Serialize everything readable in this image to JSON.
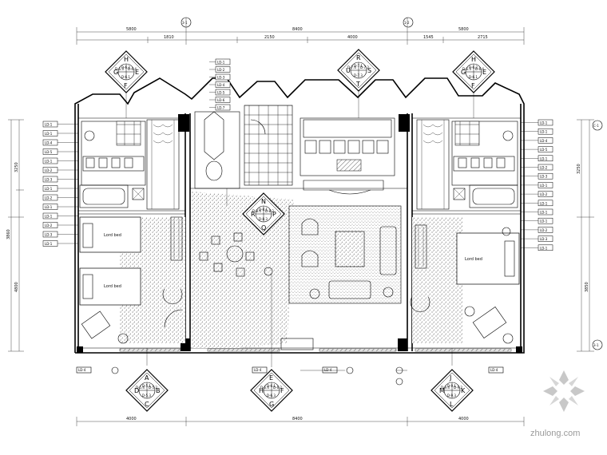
{
  "dimensions": {
    "top_total": [
      "5800",
      "8400",
      "5800"
    ],
    "top_sub": [
      "1810",
      "2150",
      "4000",
      "1545",
      "2715"
    ],
    "bottom": [
      "4000",
      "8400",
      "4000"
    ],
    "left_vertical": [
      "3250",
      "3860",
      "4800"
    ],
    "right_vertical": [
      "3250",
      "3850"
    ]
  },
  "axis_bubbles_top": [
    "3-1",
    "1-2"
  ],
  "axis_bubbles_right": [
    "C-1",
    "3-1"
  ],
  "elevation_markers": [
    {
      "name": "top-left",
      "letters": [
        "H",
        "G",
        "E",
        "F"
      ],
      "tags": [
        "D-6.2",
        "D-6.3",
        "D-6.4",
        "D-6.1"
      ]
    },
    {
      "name": "top-center",
      "letters": [
        "R",
        "U",
        "S",
        "T"
      ],
      "tags": [
        "D-7.1",
        "D-7.4",
        "D-7.2",
        "D-7.3"
      ]
    },
    {
      "name": "top-right",
      "letters": [
        "H",
        "G",
        "E",
        "F"
      ],
      "tags": [
        "D-6.2",
        "D-6.3",
        "D-6.4",
        "D-6.1"
      ]
    },
    {
      "name": "center",
      "letters": [
        "N",
        "R",
        "P",
        "Q"
      ],
      "tags": [
        "D-8.1",
        "D-8.4",
        "D-8.2",
        "D-8.3"
      ]
    },
    {
      "name": "bottom-left",
      "letters": [
        "A",
        "D",
        "B",
        "C"
      ],
      "tags": [
        "D-5.1",
        "D-5.4",
        "D-5.2",
        "D-5.3"
      ]
    },
    {
      "name": "bottom-center",
      "letters": [
        "E",
        "H",
        "F",
        "G"
      ],
      "tags": [
        "D-6.1",
        "D-6.4",
        "D-6.2",
        "D-6.3"
      ]
    },
    {
      "name": "bottom-right",
      "letters": [
        "J",
        "M",
        "K",
        "L"
      ],
      "tags": [
        "D-9.1",
        "D-9.4",
        "D-9.2",
        "D-9.3"
      ]
    }
  ],
  "left_tags": [
    "LD-1",
    "LD-1",
    "LD-4",
    "LD-5",
    "LD-1",
    "LD-2",
    "LD-3",
    "LD-1",
    "LD-2",
    "LD-1",
    "LD-1",
    "LD-2",
    "LD-3",
    "LD-1"
  ],
  "right_tags": [
    "LD-1",
    "LD-1",
    "LD-4",
    "LD-5",
    "LD-1",
    "LD-2",
    "LD-3",
    "LD-1",
    "LD-2",
    "LD-1",
    "LD-1",
    "LD-1",
    "LD-2",
    "LD-3",
    "LD-1"
  ],
  "center_tags": [
    "LD-1",
    "LD-2",
    "LD-3",
    "LD-4",
    "LD-5",
    "LD-6",
    "LD-7"
  ],
  "bed_labels": [
    "Lord bed",
    "Lord bed",
    "Lord bed"
  ],
  "bottom_tags": [
    "LD-4",
    "LD-4",
    "LD-4",
    "LD-4"
  ],
  "watermark": "zhulong.com",
  "colors": {
    "ink": "#000000",
    "paper": "#ffffff",
    "watermark": "#9a9a9a"
  }
}
